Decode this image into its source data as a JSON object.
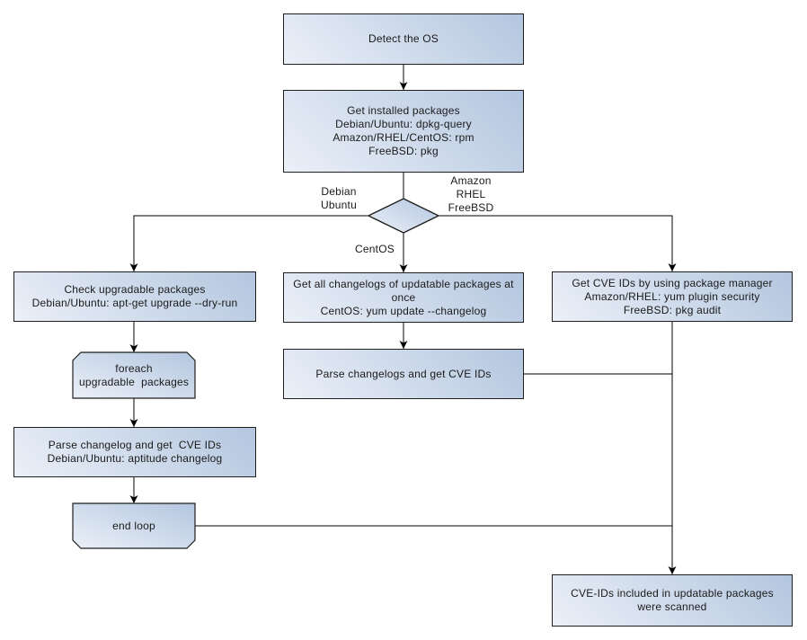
{
  "diagram": {
    "nodes": {
      "detect_os": "Detect the OS",
      "get_installed_packages": "Get installed packages\nDebian/Ubuntu: dpkg-query\nAmazon/RHEL/CentOS: rpm\nFreeBSD: pkg",
      "check_upgradable": "Check upgradable packages\nDebian/Ubuntu: apt-get upgrade --dry-run",
      "foreach_loop": "foreach\nupgradable  packages",
      "parse_changelog_debian": "Parse changelog and get  CVE IDs\nDebian/Ubuntu: aptitude changelog",
      "end_loop": "end loop",
      "get_all_changelogs": "Get all changelogs of updatable packages at once\nCentOS: yum update --changelog",
      "parse_changelogs_centos": "Parse changelogs and get CVE IDs",
      "get_cve_ids_pkg_manager": "Get CVE IDs by using package manager\nAmazon/RHEL: yum plugin security\nFreeBSD: pkg audit",
      "scanned_result": "CVE-IDs included in updatable packages\nwere scanned"
    },
    "edge_labels": {
      "debian_ubuntu": "Debian\nUbuntu",
      "amazon_rhel_freebsd": "Amazon\nRHEL\nFreeBSD",
      "centos": "CentOS"
    },
    "colors": {
      "background": "#ffffff",
      "node_fill_light": "#ebf0f8",
      "node_fill_dark": "#b3c6df",
      "node_border": "#1f1f1f",
      "line": "#000000",
      "text": "#1a1a1a"
    }
  }
}
